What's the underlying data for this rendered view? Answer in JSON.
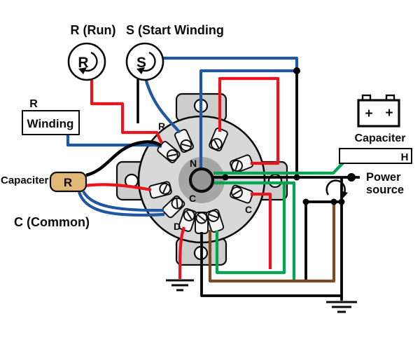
{
  "labels": {
    "run": "R (Run)",
    "start": "S (Start Winding",
    "run_letter": "R",
    "start_letter": "S",
    "r_winding_title": "R",
    "r_winding_box": "Winding",
    "capacitor_left": "Capaciter",
    "capacitor_left_letter": "R",
    "common": "C (Common)",
    "capacitor_right": "Capaciter",
    "relay_letter": "H",
    "power_line1": "Power",
    "power_line2": "source",
    "battery_plus_left": "+",
    "battery_plus_right": "+"
  },
  "motor": {
    "terminal_r": "R",
    "terminal_n": "N",
    "terminal_c_inner": "C",
    "terminal_c_right": "C",
    "terminal_d": "D"
  },
  "colors": {
    "wire_red": "#e8141e",
    "wire_blue": "#2156a0",
    "wire_green": "#00a651",
    "wire_brown": "#7a4a25",
    "wire_black": "#000000",
    "capacitor_box_fill": "#e2b877",
    "motor_body": "#d8d8d8",
    "motor_inner": "#a6a6a6",
    "motor_tab": "#cdcdcd",
    "background": "#ffffff"
  }
}
